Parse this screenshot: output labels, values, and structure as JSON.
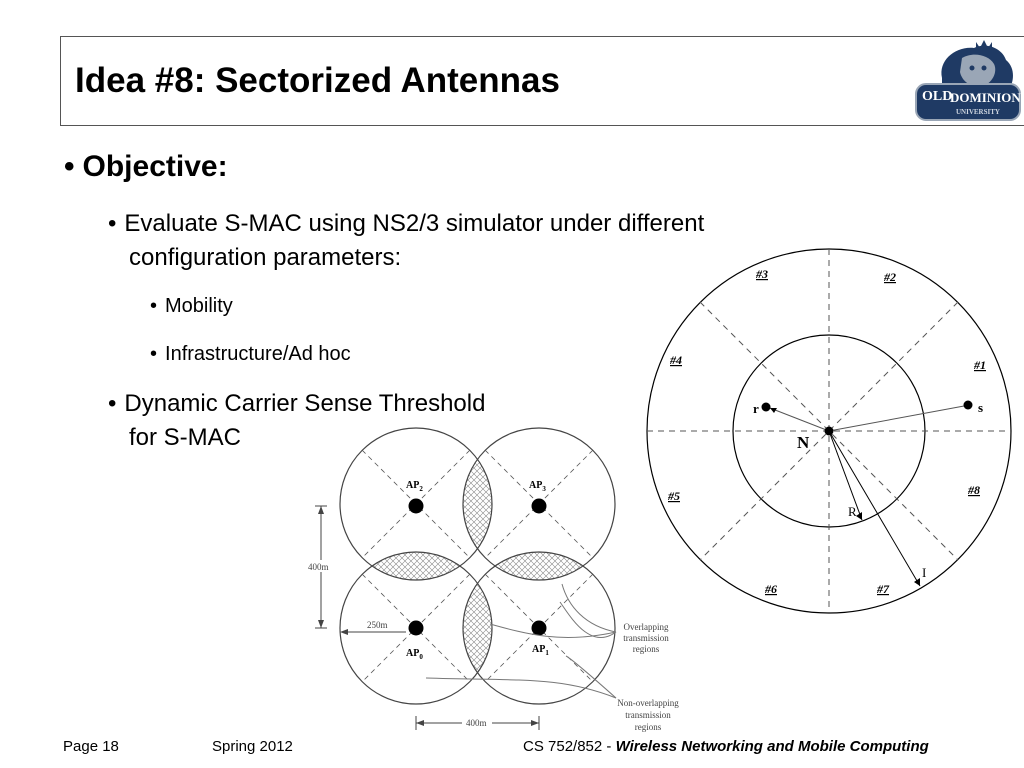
{
  "header": {
    "title": "Idea #8: Sectorized Antennas",
    "logo_text": [
      "OLD",
      "DOMINION",
      "UNIVERSITY"
    ]
  },
  "content": {
    "objective": "Objective:",
    "items": [
      {
        "text_line1": "Evaluate S-MAC using NS2/3 simulator under different",
        "text_line2": "configuration parameters:"
      },
      {
        "text_line1": "Dynamic Carrier Sense Threshold",
        "text_line2": "for S-MAC"
      }
    ],
    "subitems": [
      "Mobility",
      "Infrastructure/Ad hoc"
    ]
  },
  "sector_figure": {
    "sectors": [
      "#1",
      "#2",
      "#3",
      "#4",
      "#5",
      "#6",
      "#7",
      "#8"
    ],
    "node_label": "N",
    "receiver_label": "r",
    "sender_label": "s",
    "inner_radius_label": "R",
    "outer_radius_label": "I"
  },
  "ap_figure": {
    "access_points": [
      {
        "label": "AP",
        "sub": "2"
      },
      {
        "label": "AP",
        "sub": "3"
      },
      {
        "label": "AP",
        "sub": "0"
      },
      {
        "label": "AP",
        "sub": "1"
      }
    ],
    "vertical_dim": "400m",
    "horizontal_dim": "400m",
    "radius_dim": "250m",
    "overlap_label": [
      "Overlapping",
      "transmission",
      "regions"
    ],
    "nonoverlap_label": [
      "Non-overlapping",
      "transmission",
      "regions"
    ]
  },
  "footer": {
    "page": "Page 18",
    "term": "Spring 2012",
    "course_prefix": "CS 752/852 - ",
    "course_name": "Wireless Networking and Mobile Computing"
  },
  "colors": {
    "logo_navy": "#1f3a64",
    "logo_silver": "#9aa6b6",
    "border": "#555555"
  }
}
